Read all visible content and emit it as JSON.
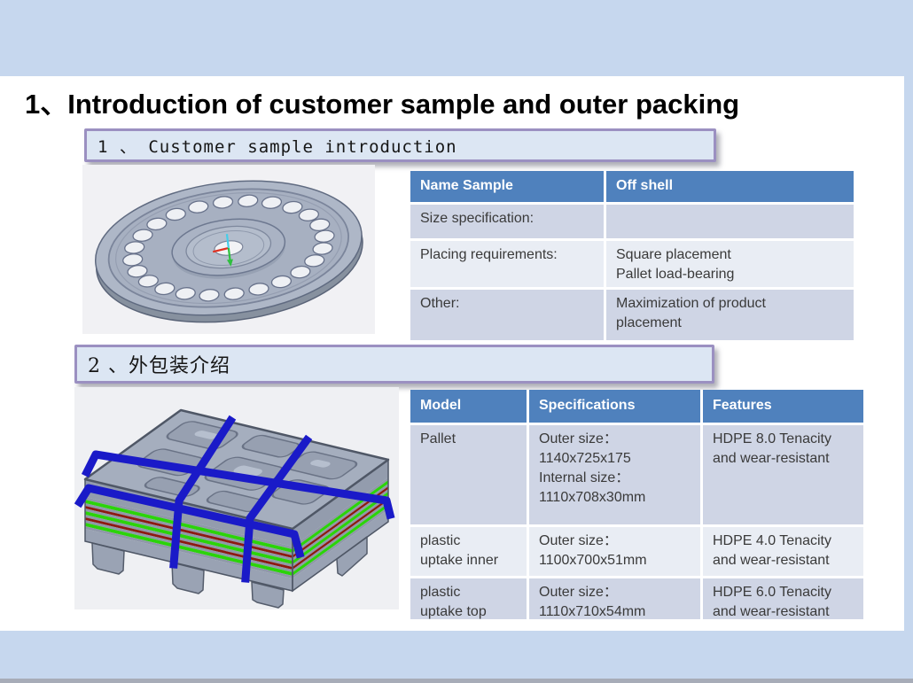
{
  "slide": {
    "title": "1、Introduction of customer sample and outer packing",
    "section1_label": "1 、 Customer sample introduction",
    "section2_label": "2 、外包装介绍"
  },
  "sample_table": {
    "headers": [
      "Name Sample",
      "Off shell"
    ],
    "rows": [
      {
        "label": "Size specification:",
        "value": ""
      },
      {
        "label": "Placing requirements:",
        "value": "Square placement\nPallet load-bearing"
      },
      {
        "label": "Other:",
        "value": "Maximization of product\nplacement"
      }
    ]
  },
  "packing_table": {
    "headers": [
      "Model",
      "Specifications",
      "Features"
    ],
    "rows": [
      {
        "model": "Pallet",
        "specifications": "Outer size：\n1140x725x175\nInternal size：\n1110x708x30mm",
        "features": "HDPE 8.0 Tenacity\nand wear-resistant"
      },
      {
        "model": "plastic\nuptake inner",
        "specifications": "Outer size：\n1100x700x51mm",
        "features": "HDPE 4.0 Tenacity\nand wear-resistant"
      },
      {
        "model": "plastic\nuptake top",
        "specifications": "Outer size：\n1110x710x54mm",
        "features": "HDPE 6.0 Tenacity\nand wear-resistant"
      }
    ]
  },
  "colors": {
    "band_blue": "#c6d7ee",
    "table_header_blue": "#4f81bd",
    "row_band_dark": "#cfd5e5",
    "row_band_light": "#e9edf4",
    "box_border_purple": "#9b90c1",
    "box_fill_blue": "#dce6f3",
    "strap_blue": "#1a1ac8",
    "tray_green": "#2bd30a",
    "tray_red": "#8c1a12",
    "cad_grey": "#a5aebe"
  }
}
